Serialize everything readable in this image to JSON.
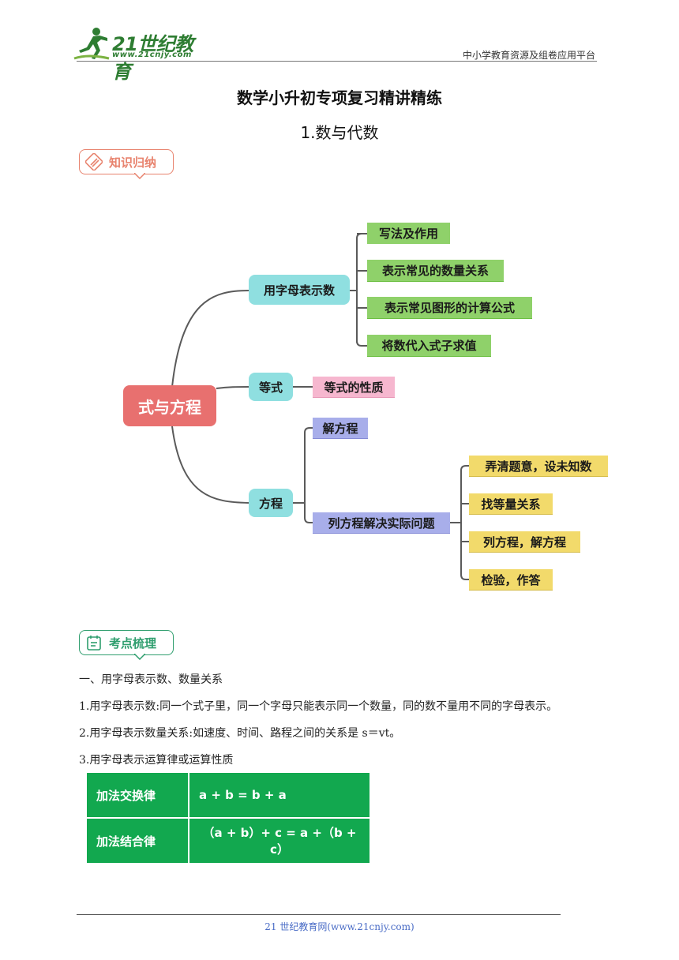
{
  "header": {
    "logo_text": "21世纪教育",
    "logo_sub": "www.21cnjy.com",
    "right_text": "中小学教育资源及组卷应用平台"
  },
  "title": "数学小升初专项复习精讲精练",
  "subtitle": "1.数与代数",
  "badges": {
    "knowledge": "知识归纳",
    "exam": "考点梳理"
  },
  "colors": {
    "badge_knowledge": "#e8836e",
    "badge_exam": "#2f9e6e",
    "root": "#e8706f",
    "level1": "#8fdfe0",
    "green": "#8fd16a",
    "pink": "#f6b7cf",
    "purple": "#a8aeea",
    "yellow": "#f2da6b",
    "table": "#12a84f"
  },
  "mindmap": {
    "root": "式与方程",
    "branch1": {
      "label": "用字母表示数",
      "children": [
        "写法及作用",
        "表示常见的数量关系",
        "表示常见图形的计算公式",
        "将数代入式子求值"
      ]
    },
    "branch2": {
      "label": "等式",
      "children": [
        "等式的性质"
      ]
    },
    "branch3": {
      "label": "方程",
      "child1": "解方程",
      "child2": "列方程解决实际问题",
      "steps": [
        "弄清题意，设未知数",
        "找等量关系",
        "列方程，解方程",
        "检验，作答"
      ]
    }
  },
  "content": {
    "heading1": "一、用字母表示数、数量关系",
    "p1": "1.用字母表示数:同一个式子里，同一个字母只能表示同一个数量，同的数不量用不同的字母表示。",
    "p2": "2.用字母表示数量关系:如速度、时间、路程之间的关系是 s＝vt。",
    "p3": "3.用字母表示运算律或运算性质"
  },
  "table": {
    "rows": [
      {
        "name": "加法交换律",
        "formula": "a + b = b + a"
      },
      {
        "name": "加法结合律",
        "formula": "（a + b）+ c = a +（b + c）"
      }
    ]
  },
  "footer": "21 世纪教育网(www.21cnjy.com)"
}
